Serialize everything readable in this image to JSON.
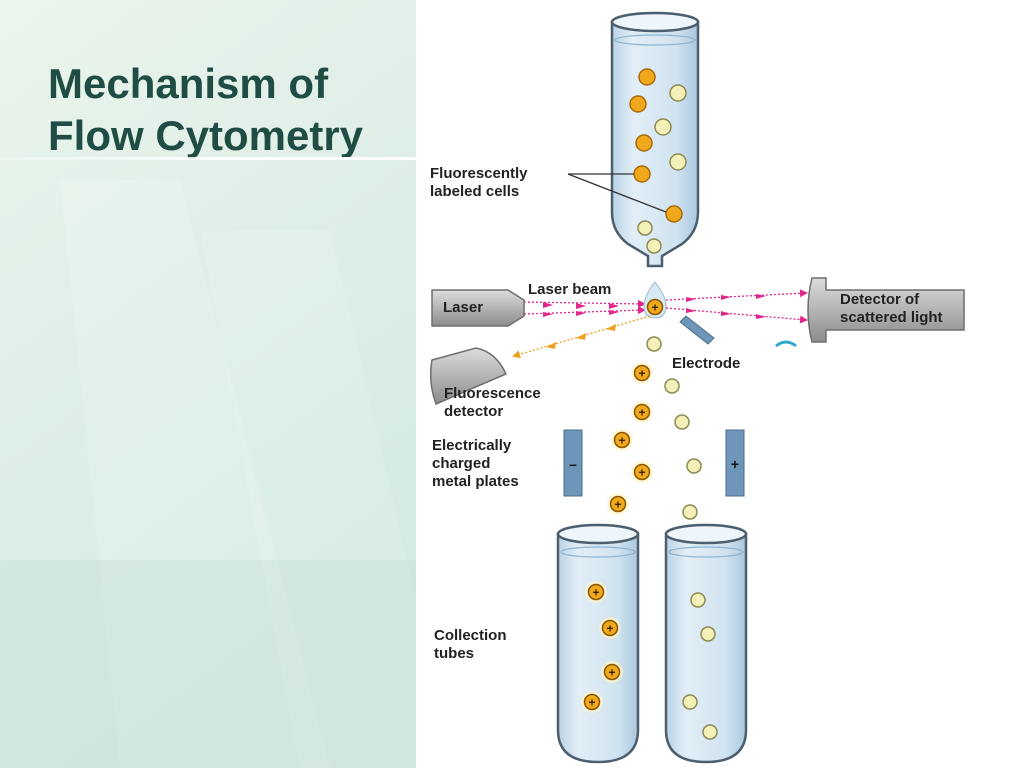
{
  "slide": {
    "title_line1": "Mechanism of",
    "title_line2": "Flow Cytometry"
  },
  "diagram": {
    "labels": {
      "cells_line1": "Fluorescently",
      "cells_line2": "labeled cells",
      "laser_beam": "Laser beam",
      "laser": "Laser",
      "detector_line1": "Detector of",
      "detector_line2": "scattered light",
      "electrode": "Electrode",
      "fluor_line1": "Fluorescence",
      "fluor_line2": "detector",
      "plates_line1": "Electrically",
      "plates_line2": "charged",
      "plates_line3": "metal plates",
      "tubes_line1": "Collection",
      "tubes_line2": "tubes"
    },
    "plate_signs": {
      "negative": "–",
      "positive": "+"
    },
    "colors": {
      "labeled_cell": "#f0a81c",
      "unlabeled_cell": "#f4f1b8",
      "scatter_beam": "#e0288c",
      "fluorescence_beam": "#f0a020",
      "plates": "#6e96b8",
      "tube_fluid": "#d4e6f2",
      "title": "#1f4d44"
    }
  }
}
